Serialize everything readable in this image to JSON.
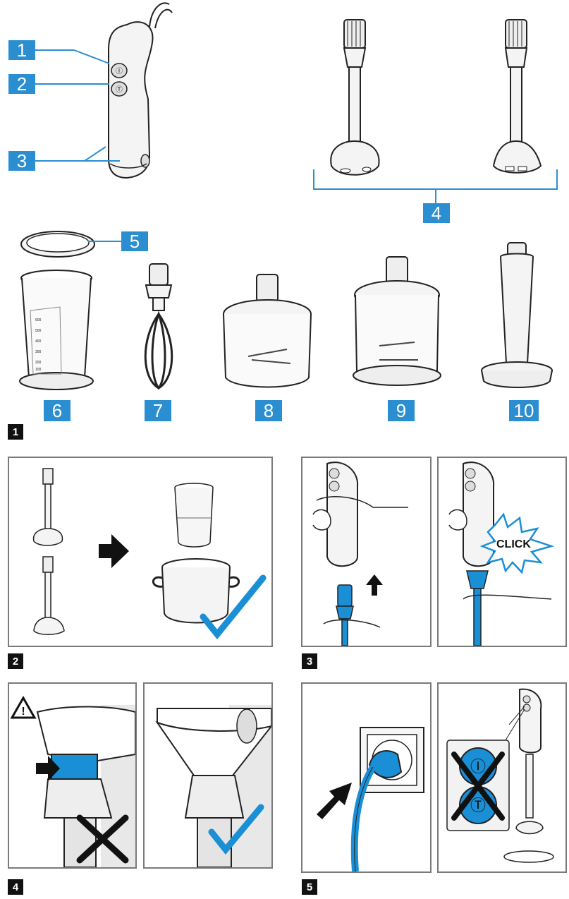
{
  "figure1": {
    "number": "1",
    "part_labels": [
      "1",
      "2",
      "3",
      "4",
      "5",
      "6",
      "7",
      "8",
      "9",
      "10"
    ]
  },
  "figure2": {
    "number": "2"
  },
  "figure3": {
    "number": "3",
    "click_text": "CLICK"
  },
  "figure4": {
    "number": "4"
  },
  "figure5": {
    "number": "5"
  },
  "colors": {
    "label_blue": "#2b8ed0",
    "accent_blue": "#1a8fd6",
    "panel_border": "#7a7a7a"
  }
}
